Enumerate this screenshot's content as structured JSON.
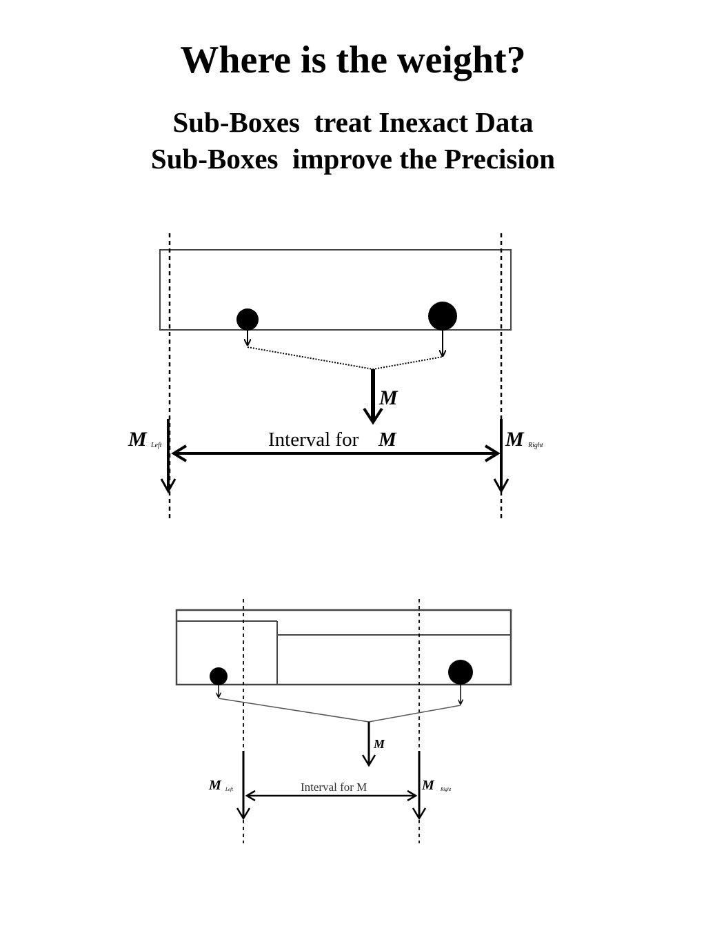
{
  "header": {
    "title": "Where is the weight?",
    "subtitle_line1": "Sub-Boxes  treat Inexact Data",
    "subtitle_line2": "Sub-Boxes  improve the Precision"
  },
  "diagram_top": {
    "resultant_label": "M",
    "interval_label": "Interval for",
    "interval_var": "M",
    "left_label": "M",
    "left_sub": "Left",
    "right_label": "M",
    "right_sub": "Right"
  },
  "diagram_bottom": {
    "resultant_label": "M",
    "interval_label": "Interval for  M",
    "left_label": "M",
    "left_sub": "Left",
    "right_label": "M",
    "right_sub": "Right"
  }
}
